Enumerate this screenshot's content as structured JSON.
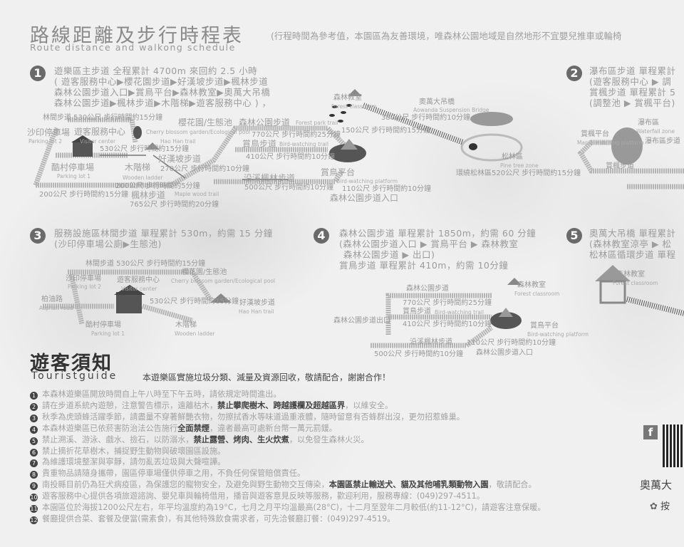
{
  "header": {
    "title": "路線距離及步行時程表",
    "title_en": "Route distance and walkong schedule",
    "note": "(行程時間為參考值，本園區為友善環境，唯森林公園地域是自然地形不宜嬰兒推車或輪椅"
  },
  "routes": [
    {
      "num": "1",
      "lines": [
        "遊樂區主步道 全程累計 4700m 來回約 2.5 小時",
        "( 遊客服務中心▶櫻花園步道▶好漢坡步道▶楓林步道",
        "森林公園步道入口▶賞鳥平台▶森林教室▶奧萬大吊橋",
        "森林公園步道▶楓林步道▶木階梯▶遊客服務中心 ) ，"
      ]
    },
    {
      "num": "2",
      "lines": [
        "瀑布區步道 單程累計",
        "(遊客服務中心 ▶ 調",
        "賞楓步道 單程累計 5",
        "(調整池 ▶ 賞楓平台)"
      ]
    },
    {
      "num": "3",
      "lines": [
        "服務設施區林間步道 單程累計 530m，約需 15 分鐘",
        "(沙印停車場公廁▶生態池)"
      ]
    },
    {
      "num": "4",
      "lines": [
        "森林公園步道 單程累計 1850m，約需 60 分鐘",
        "(森林公園步道入口 ▶ 賞鳥平台 ▶ 森林教室",
        "森林公園步道 ▶ 出口)",
        "賞鳥步道 單程累計 410m，約需 10分鐘"
      ]
    },
    {
      "num": "5",
      "lines": [
        "奧萬大吊橋 單程累計",
        "(森林教室涼亭 ▶ 松",
        "松林區循環步道 單程"
      ]
    }
  ],
  "maps": {
    "map1": [
      "林間步道 530公尺 步行時間約15分鐘",
      "沙印停車場",
      "Parking lot 2",
      "遊客服務中心",
      "Visitor center",
      "櫻花園/生態池",
      "Cherry blossom garden/Ecological pool",
      "530公尺 步行時間約15分鐘",
      "好漢坡步道",
      "Hao Han trail",
      "270公尺 步行時間約10分鐘",
      "酷村停車場",
      "Parking lot 1",
      "木階梯",
      "Wooden ladder",
      "200公尺 步行時間約5分鐘",
      "200公尺 步行時間約15分鐘",
      "楓林步道",
      "Maple wood trail",
      "765公尺 步行時間約20分鐘",
      "森林公園步道",
      "Forest park trail",
      "770公尺 步行時間約25分鐘",
      "賞鳥步道",
      "Bird-watching trail",
      "410公尺 步行時間約10分鐘",
      "沿溪楓林步道",
      "500公尺 步行時間約10分鐘",
      "森林教室",
      "Forest classroom",
      "奧萬大吊橋",
      "Aowanda Suspension Bridge",
      "380公尺 步行時間約10分鐘",
      "150公尺 步行時間約15分鐘",
      "賞鳥平台",
      "Bird-watching platform",
      "110公尺 步行時間約10分鐘",
      "森林公園步道入口",
      "松林區",
      "Pine tree zone",
      "環繞松林區520公尺 步行時間約15分鐘"
    ],
    "map2": [
      "瀑布區",
      "Waterfall zone",
      "賞楓平台",
      "Maple-watching platform",
      "賞楓步道",
      "瀑布區步道"
    ],
    "map3": [
      "林間步道 530公尺 步行時間約15分鐘",
      "沙印停車場",
      "Parking lot 2",
      "遊客服務中心",
      "Visitor center",
      "櫻花園/生態池",
      "Cherry blossom garden/Ecological pool",
      "柏油路",
      "Asphalt road",
      "530公尺 步行時間約15分鐘",
      "好漢坡步道",
      "Hao Han trail",
      "酷村停車場",
      "Parking lot 1",
      "木階梯",
      "Wooden ladder"
    ],
    "map4": [
      "森林公園步道",
      "770公尺 步行時間約25分鐘",
      "森林教室",
      "Forest classroom",
      "賞鳥步道",
      "Bird-watching trail",
      "410公尺 步行時間約10分鐘",
      "森林公園步道出口",
      "賞鳥平台",
      "Bird-watching platform",
      "沿溪楓林步道",
      "500公尺 步行時間約10分鐘",
      "森林公園步道入口",
      "110公尺 步行時間約10分鐘"
    ],
    "map5": [
      "森林教室",
      "Forest classroom"
    ]
  },
  "guide": {
    "title": "遊客須知",
    "title_en": "Touristguide",
    "subtitle": "本遊樂區實施垃圾分類、減量及資源回收，敬請配合，謝謝合作！",
    "rules": [
      {
        "num": "1",
        "pre": "本森林遊樂區開放時間自上午八時至下午五時，請依規定時間進出。",
        "bold": "",
        "post": ""
      },
      {
        "num": "2",
        "pre": "請在步道系統內遊憩，注意警告標示，遠離枯木，",
        "bold": "禁止攀爬樹木、跨越護欄及超越區界",
        "post": "，以維安全。"
      },
      {
        "num": "3",
        "pre": "秋季為虎頭蜂活躍季節，請盡量不穿著鮮艷衣物，勿擦拭香水等味道過重液體，隨時留意有否蜂群出沒，更勿招惹蜂巢。",
        "bold": "",
        "post": ""
      },
      {
        "num": "4",
        "pre": "本森林遊樂區已依菸害防治法公告施行",
        "bold": "全面禁煙",
        "post": "，違者最高可處新台幣一萬元罰鍰。"
      },
      {
        "num": "5",
        "pre": "禁止溯溪、游泳、戲水、撿石，以防溺水，",
        "bold": "禁止露營、烤肉、生火炊煮",
        "post": "，以免發生森林火災。"
      },
      {
        "num": "6",
        "pre": "禁止摘折花草樹木，捕捉野生動物與破壞園區設施。",
        "bold": "",
        "post": ""
      },
      {
        "num": "7",
        "pre": "為維護環境整潔與寧靜，請勿亂丟垃圾與大聲喧譁。",
        "bold": "",
        "post": ""
      },
      {
        "num": "8",
        "pre": "貴重物品請隨身攜帶，園區停車場僅供停車之用，不負任何保管賠償責任。",
        "bold": "",
        "post": ""
      },
      {
        "num": "9",
        "pre": "南投縣目前仍為狂犬病疫區，為保護您的寵物安全，及避免與野生動物交互傳染，",
        "bold": "本園區禁止輸送犬、貓及其他哺乳類動物入園",
        "post": "，敬請配合。"
      },
      {
        "num": "10",
        "pre": "遊客服務中心提供各項旅遊諮詢、嬰兒車與輪椅借用，播音與遊客意見反映等服務，歡迎利用，服務專線：(049)297-4511。",
        "bold": "",
        "post": ""
      },
      {
        "num": "11",
        "pre": "本園區位於海拔1200公尺左右，年平均溫度約為19°C，七月之月平均溫最高(28°C)，十二月至翌年二月較低(約11-12°C)，請遊客注意保暖。",
        "bold": "",
        "post": ""
      },
      {
        "num": "12",
        "pre": "餐廳提供合菜、套餐及便當(需素食)，有其他特殊飲食需求者，可先洽餐廳訂餐：(049)297-4519。",
        "bold": "",
        "post": ""
      }
    ]
  },
  "social": {
    "facebook_icon": "f",
    "park_name": "奧萬大",
    "like_text": "按"
  }
}
